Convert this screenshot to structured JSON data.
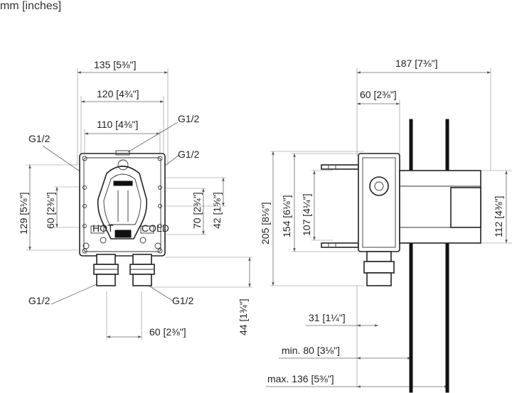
{
  "header": {
    "units": "mm [inches]"
  },
  "front_view": {
    "width_overall": "135",
    "width_overall_in": "[5⅜\"]",
    "width_mid": "120",
    "width_mid_in": "[4¾\"]",
    "width_inner": "110",
    "width_inner_in": "[4⅜\"]",
    "thread_top_left": "G1/2",
    "thread_top_right_1": "G1/2",
    "thread_top_right_2": "G1/2",
    "height_129": "129",
    "height_129_in": "[5⅛\"]",
    "height_60": "60",
    "height_60_in": "[2⅜\"]",
    "height_70": "70",
    "height_70_in": "[2¾\"]",
    "height_42": "42",
    "height_42_in": "[1⅝\"]",
    "height_44": "44",
    "height_44_in": "[1¾\"]",
    "thread_bottom_left": "G1/2",
    "thread_bottom_right": "G1/2",
    "outlet_spacing": "60",
    "outlet_spacing_in": "[2⅜\"]",
    "label_hot": "HOT",
    "label_cold": "COLD"
  },
  "side_view": {
    "depth_overall": "187",
    "depth_overall_in": "[7⅜\"]",
    "depth_60": "60",
    "depth_60_in": "[2⅜\"]",
    "height_205": "205",
    "height_205_in": "[8⅛\"]",
    "height_154": "154",
    "height_154_in": "[6⅛\"]",
    "height_107": "107",
    "height_107_in": "[4¼\"]",
    "height_112": "112",
    "height_112_in": "[4⅜\"]",
    "depth_31": "31",
    "depth_31_in": "[1¼\"]",
    "depth_min": "min. 80",
    "depth_min_in": "[3⅛\"]",
    "depth_max": "max. 136",
    "depth_max_in": "[5⅜\"]"
  }
}
